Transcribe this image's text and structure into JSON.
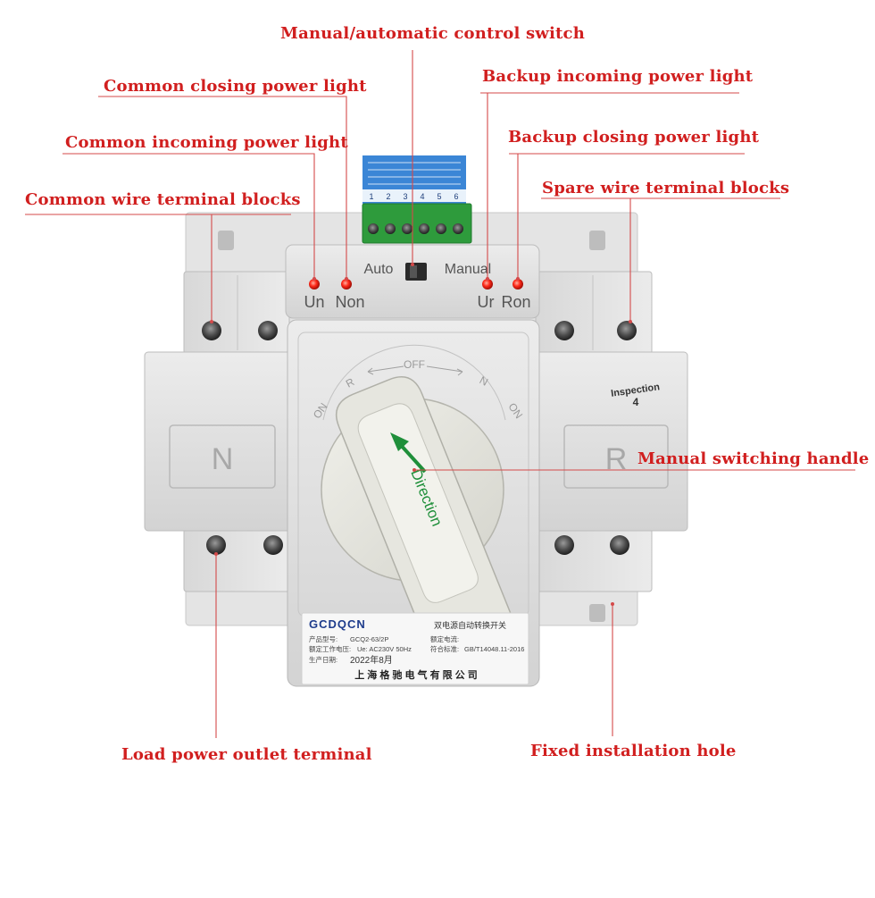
{
  "callouts": {
    "manual_auto_switch": "Manual/automatic control switch",
    "common_closing_light": "Common closing power light",
    "backup_incoming_light": "Backup incoming power light",
    "common_incoming_light": "Common incoming power light",
    "backup_closing_light": "Backup closing power light",
    "common_terminal_blocks": "Common wire terminal blocks",
    "spare_terminal_blocks": "Spare wire terminal blocks",
    "manual_handle": "Manual switching handle",
    "load_outlet_terminal": "Load power outlet terminal",
    "fixed_hole": "Fixed installation hole"
  },
  "device": {
    "auto_label": "Auto",
    "manual_label": "Manual",
    "un_label": "Un",
    "non_label": "Non",
    "ur_label": "Ur",
    "ron_label": "Ron",
    "dial_r": "R",
    "dial_off": "OFF",
    "dial_n": "N",
    "dial_on_left": "ON",
    "dial_on_right": "ON",
    "left_side_letter": "N",
    "right_side_letter": "R",
    "inspection_label": "Inspection",
    "inspection_number": "4",
    "handle_text": "Direction",
    "terminal_numbers": [
      "1",
      "2",
      "3",
      "4",
      "5",
      "6"
    ]
  },
  "nameplate": {
    "brand": "GCDQCN",
    "title_cn": "双电源自动转换开关",
    "model_label": "产品型号:",
    "model_value": "GCQ2-63/2P",
    "voltage_label": "额定工作电压:",
    "voltage_value": "Ue: AC230V 50Hz",
    "current_label": "额定电流:",
    "standard_label": "符合标准:",
    "standard_value": "GB/T14048.11-2016",
    "date_label": "生产日期:",
    "date_value": "2022年8月",
    "company": "上 海 格 驰 电 气 有 限 公 司"
  },
  "colors": {
    "callout_red": "#d11f1f",
    "device_body": "#dedede",
    "led_red": "#ff2a1a",
    "terminal_green": "#2e9b3c",
    "arrow_green": "#1f8f3a",
    "brand_blue": "#1e3c8c"
  }
}
